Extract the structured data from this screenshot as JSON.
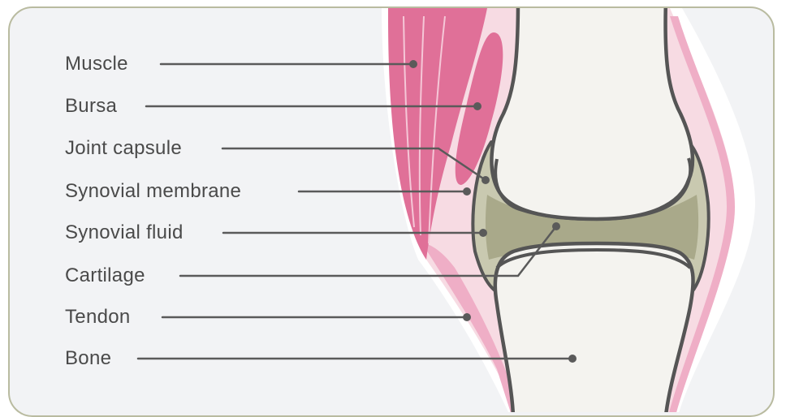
{
  "labels": {
    "muscle": "Muscle",
    "bursa": "Bursa",
    "joint_capsule": "Joint capsule",
    "synovial_membrane": "Synovial membrane",
    "synovial_fluid": "Synovial fluid",
    "cartilage": "Cartilage",
    "tendon": "Tendon",
    "bone": "Bone"
  },
  "colors": {
    "background": "#f2f3f5",
    "frame": "#b9bba0",
    "muscle": "#e07098",
    "soft_tissue": "#f7dbe3",
    "tendon": "#efaec6",
    "bone": "#f4f3ef",
    "outline": "#555555",
    "synovial_fluid": "#c9c9b0",
    "joint_space": "#a9a98a",
    "leader": "#5a5a5a"
  }
}
